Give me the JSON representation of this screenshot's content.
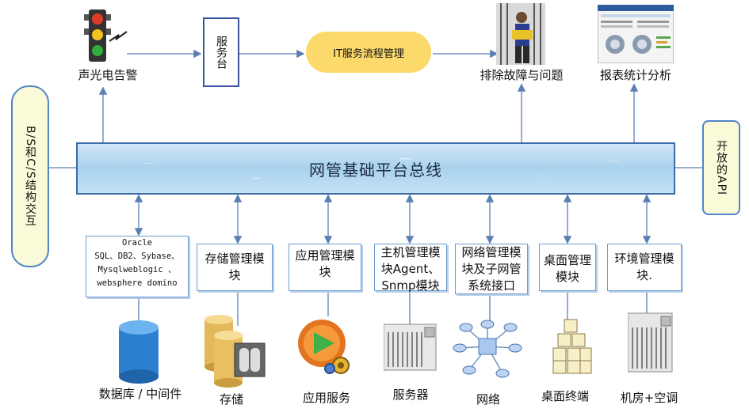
{
  "top": {
    "alarm_label": "声光电告警",
    "service_desk_label": "服务台",
    "itsm_label": "IT服务流程管理",
    "troubleshoot_label": "排除故障与问题",
    "report_label": "报表统计分析"
  },
  "bus": {
    "label": "网管基础平台总线"
  },
  "side": {
    "left_label": "B/S和C/S结构交互",
    "right_label": "开放的API"
  },
  "modules": [
    {
      "box_lines": [
        "Oracle",
        "SQL、DB2、Sybase、",
        "Mysqlweblogic 、",
        "websphere domino"
      ],
      "bottom_label": "数据库 / 中间件"
    },
    {
      "box_lines": [
        "存储管理模",
        "块"
      ],
      "bottom_label": "存储"
    },
    {
      "box_lines": [
        "应用管理模",
        "块"
      ],
      "bottom_label": "应用服务"
    },
    {
      "box_lines": [
        "主机管理模",
        "块Agent、",
        "Snmp模块"
      ],
      "bottom_label": "服务器"
    },
    {
      "box_lines": [
        "网络管理模",
        "块及子网管",
        "系统接口"
      ],
      "bottom_label": "网络"
    },
    {
      "box_lines": [
        "桌面管理",
        "模块"
      ],
      "bottom_label": "桌面终端"
    },
    {
      "box_lines": [
        "环境管理模",
        "块."
      ],
      "bottom_label": "机房+空调"
    }
  ],
  "colors": {
    "arrow": "#5a7fb5",
    "bus_border": "#3b6aa8",
    "pill": "#fcd96b",
    "side_bg": "#fbfad8"
  }
}
